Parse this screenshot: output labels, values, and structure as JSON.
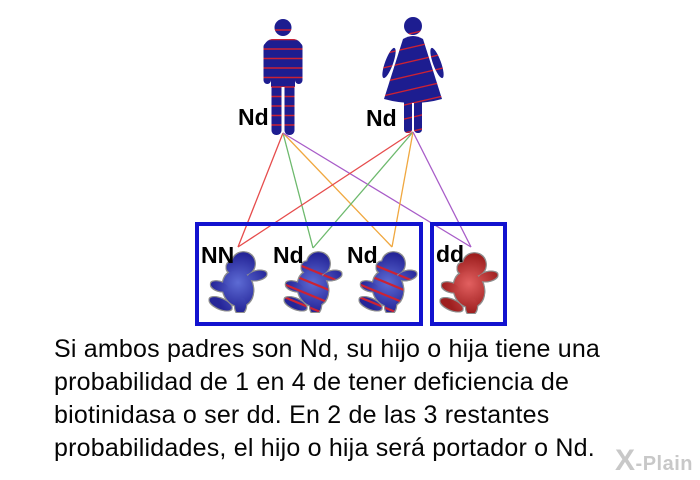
{
  "figure": {
    "father_label": "Nd",
    "mother_label": "Nd",
    "children": [
      {
        "label": "NN",
        "baby_color": "blue",
        "striped": false,
        "line_color": "#e64c4c"
      },
      {
        "label": "Nd",
        "baby_color": "blue",
        "striped": true,
        "line_color": "#6db96d"
      },
      {
        "label": "Nd",
        "baby_color": "blue",
        "striped": true,
        "line_color": "#f0a840"
      },
      {
        "label": "dd",
        "baby_color": "red",
        "striped": false,
        "line_color": "#a85cc8"
      }
    ],
    "colors": {
      "figure_navy": "#1d1d90",
      "stripe_red": "#cc2233",
      "box_border": "#1212cf",
      "baby_blue_center": "#5d6bd4",
      "baby_blue_edge": "#252598",
      "baby_red_center": "#e26060",
      "baby_red_edge": "#9e1f1f"
    }
  },
  "caption": {
    "lines": [
      "Si ambos padres son Nd, su hijo o hija tiene una",
      "probabilidad de 1 en 4 de tener deficiencia de",
      "biotinidasa o ser dd. En 2 de las 3 restantes",
      "probabilidades, el hijo o hija será portador o Nd."
    ]
  },
  "watermark": {
    "text": "X-Plain"
  }
}
